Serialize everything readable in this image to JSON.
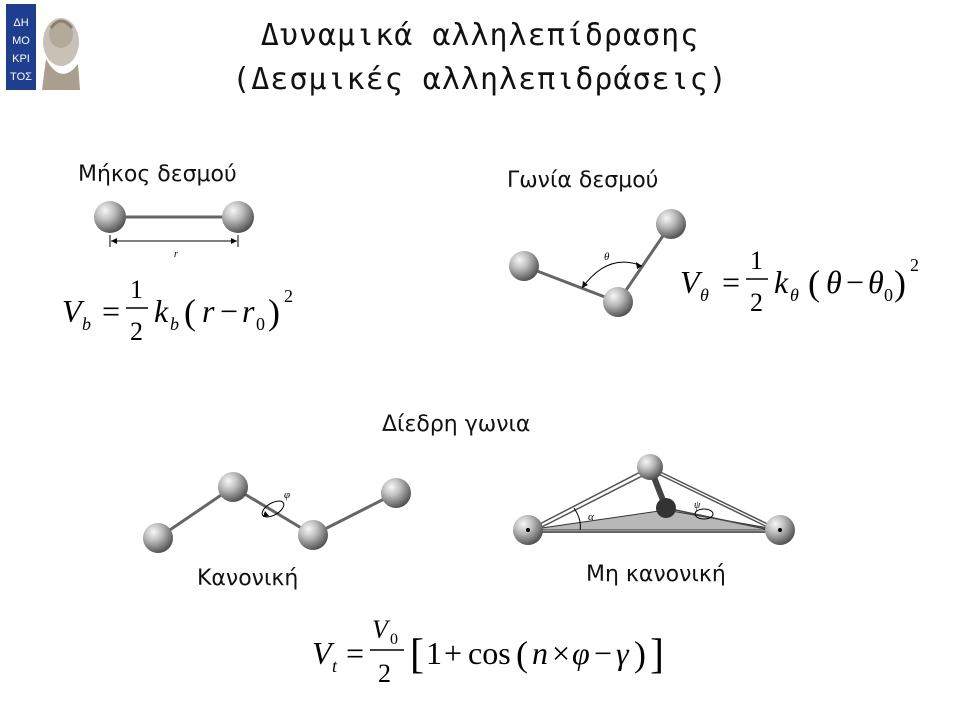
{
  "header": {
    "title_line1": "Δυναμικά αλληλεπίδρασης",
    "title_line2": "(Δεσμικές αλληλεπιδράσεις)",
    "logo_text": "ΔΗΜΟΚΡΙΤΟΣ"
  },
  "bond_length": {
    "label": "Μήκος δεσμού",
    "r_label": "r"
  },
  "bond_angle": {
    "label": "Γωνία δεσμού",
    "theta_label": "θ"
  },
  "dihedral": {
    "label": "Δίεδρη γωνια",
    "proper_label": "Κανονική",
    "improper_label": "Μη κανονική",
    "phi_label": "φ",
    "alpha_label": "α",
    "psi_label": "ψ"
  },
  "equations": {
    "vb": "V_b = ½ k_b (r − r₀)²",
    "vtheta": "V_θ = ½ k_θ (θ − θ₀)²",
    "vt": "V_t = V₀/2 [1 + cos(n×φ − γ)]"
  },
  "colors": {
    "logo_bg": "#1e3f8f",
    "sphere_light": "#f2f2f2",
    "sphere_dark": "#555555",
    "bond": "#777777"
  }
}
